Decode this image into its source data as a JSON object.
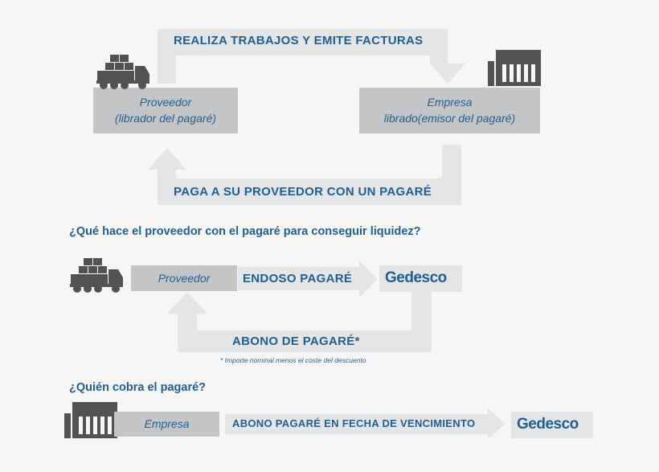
{
  "top_cycle": {
    "arrow_top_label": "REALIZA TRABAJOS Y EMITE FACTURAS",
    "arrow_bottom_label": "PAGA A SU PROVEEDOR CON UN PAGARÉ",
    "proveedor_line1": "Proveedor",
    "proveedor_line2": "(librador del pagaré)",
    "empresa_line1": "Empresa",
    "empresa_line2": "librado(emisor del pagaré)"
  },
  "question1": "¿Qué hace el proveedor con el pagaré para conseguir liquidez?",
  "section2": {
    "proveedor": "Proveedor",
    "arrow_label": "ENDOSO PAGARÉ",
    "return_label": "ABONO DE PAGARÉ*",
    "footnote": "* Importe nominal menos el coste del descuento",
    "brand": "Gedesco"
  },
  "question2": "¿Quién cobra el pagaré?",
  "section3": {
    "empresa": "Empresa",
    "arrow_label": "ABONO PAGARÉ EN FECHA DE VENCIMIENTO",
    "brand": "Gedesco"
  },
  "colors": {
    "arrow_fill": "#e4e5e6",
    "box_fill": "#c3c5c7",
    "icon_fill": "#505254",
    "text_blue": "#1f5f95"
  },
  "icons": [
    "truck-icon",
    "factory-icon"
  ]
}
